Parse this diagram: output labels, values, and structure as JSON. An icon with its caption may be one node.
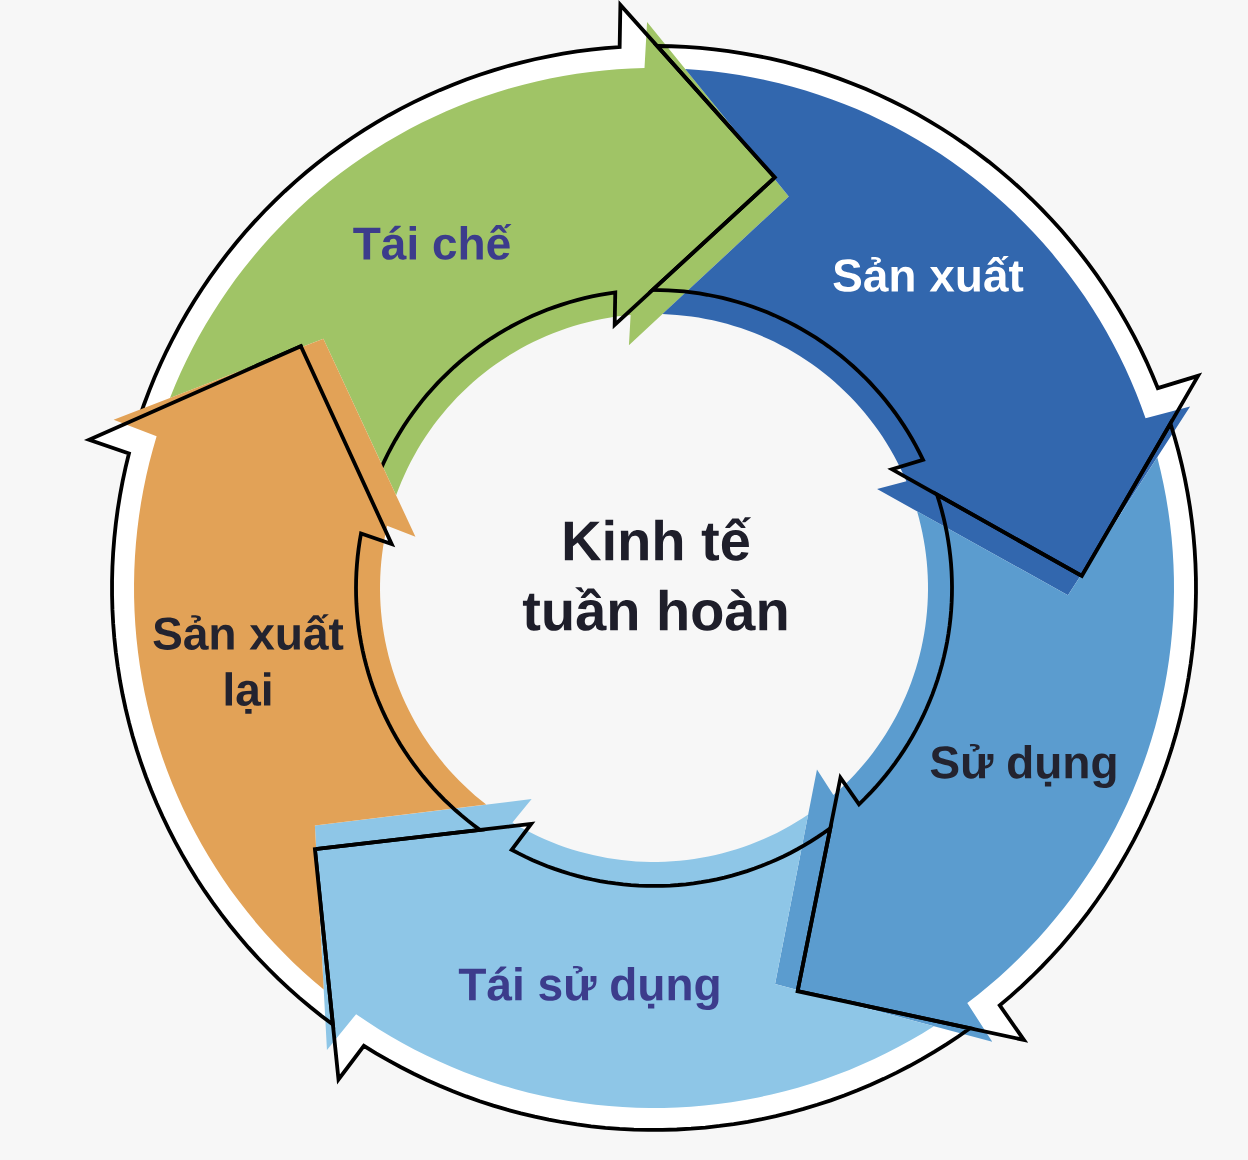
{
  "diagram": {
    "nodes": [
      {
        "text": [
          "Kinh tế tuần hoàn"
        ]
      },
      {
        "text": [
          "Tái chế"
        ]
      },
      {
        "text": [
          "Sản xuất"
        ]
      },
      {
        "text": [
          "Sử dụng"
        ]
      },
      {
        "text": [
          "Tái sử dụng"
        ]
      },
      {
        "text": [
          "Sản xuất lại"
        ]
      }
    ]
  }
}
